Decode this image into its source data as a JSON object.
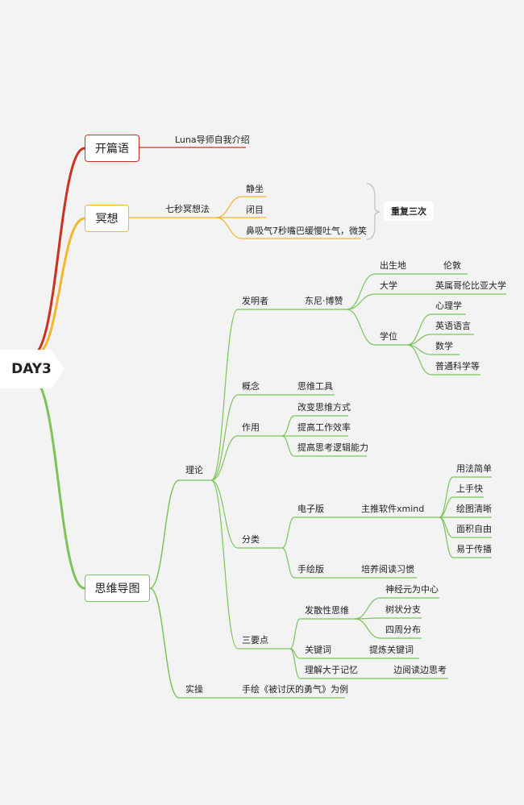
{
  "root": "DAY3",
  "colors": {
    "red": "#c8321e",
    "orange": "#f5b52c",
    "green": "#7cc45a",
    "brace": "#c8c8c8"
  },
  "branches": {
    "opening": {
      "title": "开篇语",
      "items": [
        "Luna导师自我介绍"
      ]
    },
    "meditation": {
      "title": "冥想",
      "method": "七秒冥想法",
      "steps": [
        "静坐",
        "闭目",
        "鼻吸气7秒嘴巴缓慢吐气，微笑"
      ],
      "summary": "重复三次"
    },
    "mindmap": {
      "title": "思维导图",
      "theory": {
        "label": "理论",
        "inventor": {
          "label": "发明者",
          "name": "东尼·博赞",
          "birthplace": {
            "label": "出生地",
            "value": "伦敦"
          },
          "university": {
            "label": "大学",
            "value": "英属哥伦比亚大学"
          },
          "degree": {
            "label": "学位",
            "values": [
              "心理学",
              "英语语言",
              "数学",
              "普通科学等"
            ]
          }
        },
        "concept": {
          "label": "概念",
          "value": "思维工具"
        },
        "function": {
          "label": "作用",
          "values": [
            "改变思维方式",
            "提高工作效率",
            "提高思考逻辑能力"
          ]
        },
        "category": {
          "label": "分类",
          "electronic": {
            "label": "电子版",
            "software": "主推软件xmind",
            "features": [
              "用法简单",
              "上手快",
              "绘图清晰",
              "面积自由",
              "易于传播"
            ]
          },
          "handdrawn": {
            "label": "手绘版",
            "value": "培养阅读习惯"
          }
        },
        "keypoints": {
          "label": "三要点",
          "divergent": {
            "label": "发散性思维",
            "values": [
              "神经元为中心",
              "树状分支",
              "四周分布"
            ]
          },
          "keywords": {
            "label": "关键词",
            "value": "提炼关键词"
          },
          "understanding": {
            "label": "理解大于记忆",
            "value": "边阅读边思考"
          }
        }
      },
      "practice": {
        "label": "实操",
        "value": "手绘《被讨厌的勇气》为例"
      }
    }
  }
}
